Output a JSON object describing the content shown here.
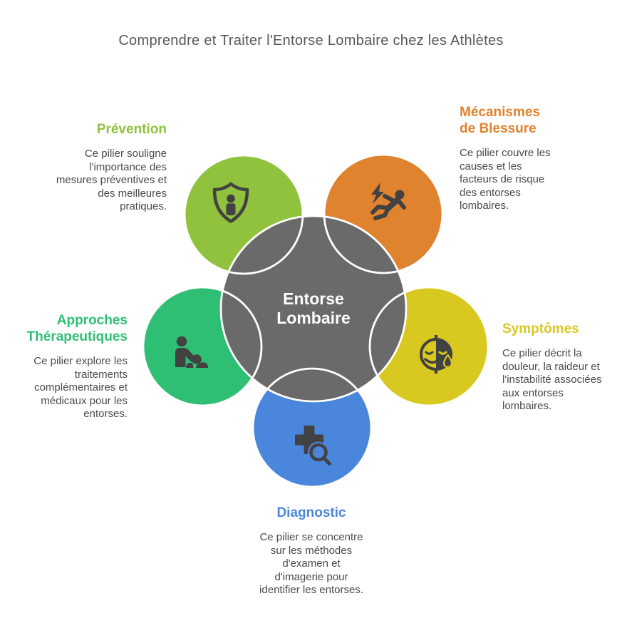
{
  "title": "Comprendre et Traiter l'Entorse Lombaire chez les Athlètes",
  "center": {
    "label": "Entorse Lombaire",
    "lines": [
      "Entorse",
      "Lombaire"
    ],
    "color": "#6A6A6A"
  },
  "colors": {
    "outline": "#FFFFFF",
    "icon": "#424242"
  },
  "sections": [
    {
      "id": "prevention",
      "title": "Prévention",
      "description": "Ce pilier souligne l'importance des mesures préventives et des meilleures pratiques.",
      "color": "#90C23E",
      "icon": "shield-person-icon"
    },
    {
      "id": "mecanismes-de-blessure",
      "title": "Mécanismes de Blessure",
      "description": "Ce pilier couvre les causes et les facteurs de risque des entorses lombaires.",
      "color": "#E0832E",
      "icon": "falling-person-icon"
    },
    {
      "id": "symptomes",
      "title": "Symptômes",
      "description": "Ce pilier décrit la douleur, la raideur et l'instabilité associées aux entorses lombaires.",
      "color": "#D9C81F",
      "icon": "sick-face-icon"
    },
    {
      "id": "diagnostic",
      "title": "Diagnostic",
      "description": "Ce pilier se concentre sur les méthodes d'examen et d'imagerie pour identifier les entorses.",
      "color": "#4A86DB",
      "icon": "cross-magnifier-icon"
    },
    {
      "id": "approches-therapeutiques",
      "title": "Approches Thérapeutiques",
      "description": "Ce pilier explore les traitements complémentaires et médicaux pour les entorses.",
      "color": "#2EBF74",
      "icon": "caregiver-icon"
    }
  ]
}
